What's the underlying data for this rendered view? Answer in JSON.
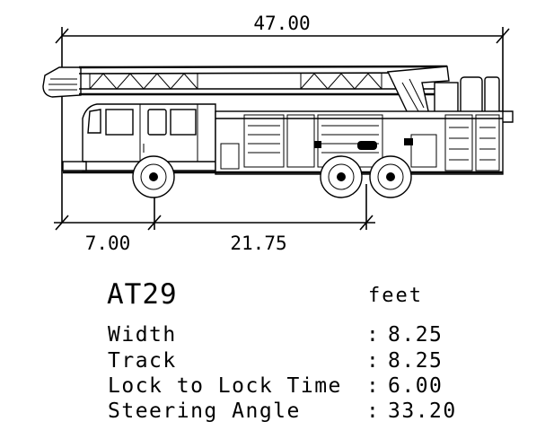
{
  "dimensions": {
    "overall_length": "47.00",
    "front_overhang": "7.00",
    "wheelbase": "21.75"
  },
  "vehicle": {
    "name": "AT29",
    "units": "feet"
  },
  "specs": [
    {
      "label": "Width",
      "separator": ":",
      "value": "8.25"
    },
    {
      "label": "Track",
      "separator": ":",
      "value": "8.25"
    },
    {
      "label": "Lock to Lock Time",
      "separator": ":",
      "value": "6.00"
    },
    {
      "label": "Steering Angle",
      "separator": ":",
      "value": "33.20"
    }
  ]
}
